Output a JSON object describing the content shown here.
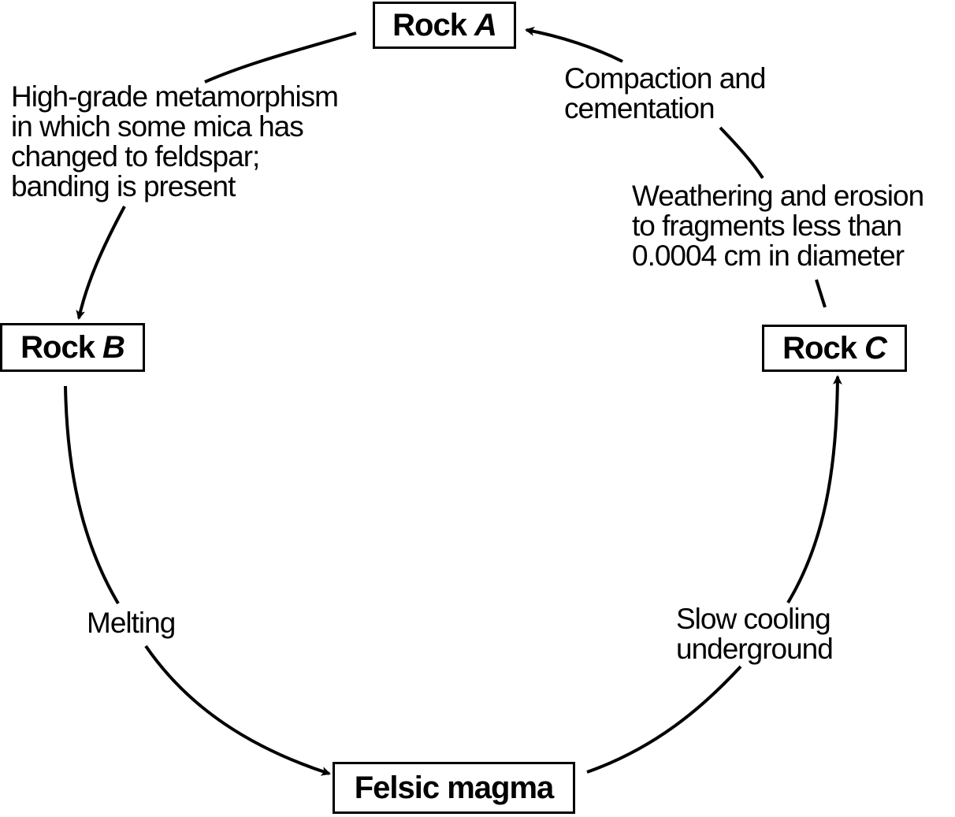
{
  "nodes": {
    "rock_a": {
      "prefix": "Rock",
      "letter": "A"
    },
    "rock_b": {
      "prefix": "Rock",
      "letter": "B"
    },
    "rock_c": {
      "prefix": "Rock",
      "letter": "C"
    },
    "magma": {
      "label": "Felsic magma"
    }
  },
  "processes": {
    "metamorphism": [
      "High-grade metamorphism",
      "in which some mica has",
      "changed to feldspar;",
      "banding is present"
    ],
    "compaction": [
      "Compaction and",
      "cementation"
    ],
    "weathering": [
      "Weathering and erosion",
      "to fragments less than",
      "0.0004 cm in diameter"
    ],
    "melting": [
      "Melting"
    ],
    "cooling": [
      "Slow cooling",
      "underground"
    ]
  },
  "colors": {
    "stroke": "#000000",
    "background": "#ffffff"
  }
}
